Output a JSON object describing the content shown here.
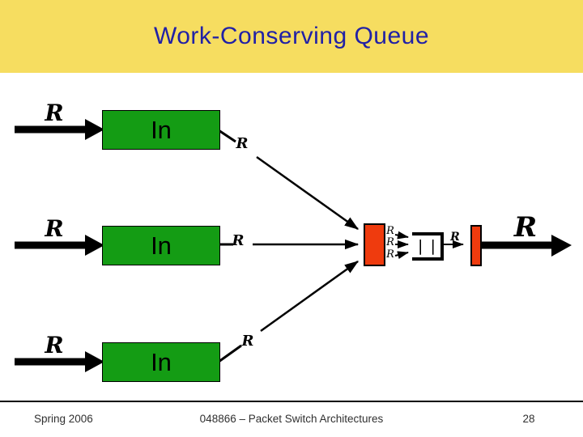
{
  "title": "Work-Conserving Queue",
  "colors": {
    "header_band": "#F6DD60",
    "title_text": "#2121A6",
    "input_box_green": "#149C14",
    "mux_bar_red": "#EF3B0E",
    "line_black": "#000000"
  },
  "diagram": {
    "inputs": [
      {
        "rate_label": "R",
        "box_label": "In",
        "line_label": "R"
      },
      {
        "rate_label": "R",
        "box_label": "In",
        "line_label": "R"
      },
      {
        "rate_label": "R",
        "box_label": "In",
        "line_label": "R"
      }
    ],
    "mux_rate_labels": [
      "R",
      "R",
      "R"
    ],
    "queue": {
      "occupancy_symbol": "||",
      "out_rate_label": "R"
    },
    "output_rate_label": "R"
  },
  "footer": {
    "left": "Spring 2006",
    "center": "048866 – Packet Switch Architectures",
    "page": "28"
  }
}
